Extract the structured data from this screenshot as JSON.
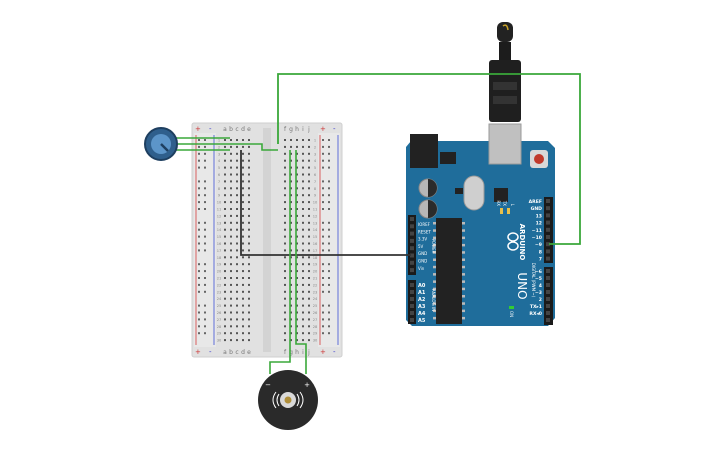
{
  "breadboard": {
    "left_letters": [
      "a",
      "b",
      "c",
      "d",
      "e"
    ],
    "right_letters": [
      "f",
      "g",
      "h",
      "i",
      "j"
    ],
    "rail_plus": "+",
    "rail_minus": "-",
    "rows": [
      "1",
      "2",
      "3",
      "4",
      "5",
      "6",
      "7",
      "8",
      "9",
      "10",
      "11",
      "12",
      "13",
      "14",
      "15",
      "16",
      "17",
      "18",
      "19",
      "20",
      "21",
      "22",
      "23",
      "24",
      "25",
      "26",
      "27",
      "28",
      "29",
      "30"
    ]
  },
  "arduino": {
    "logo_text": "ARDUINO",
    "model": "UNO",
    "on_label": "ON",
    "tx_label": "TX",
    "rx_label": "RX",
    "l_label": "L",
    "digital_label": "DIGITAL (PWM ~)",
    "analog_label": "ANALOG IN",
    "power_label": "POWER",
    "power_pins": [
      "IOREF",
      "RESET",
      "3.3V",
      "5V",
      "GND",
      "GND",
      "Vin"
    ],
    "analog_pins": [
      "A0",
      "A1",
      "A2",
      "A3",
      "A4",
      "A5"
    ],
    "digital_pins": [
      "AREF",
      "GND",
      "13",
      "12",
      "~11",
      "~10",
      "~9",
      "8",
      "7",
      "~6",
      "~5",
      "4",
      "~3",
      "2",
      "TX▸1",
      "RX◂0"
    ]
  },
  "buzzer": {
    "minus_label": "−",
    "plus_label": "+",
    "icon": "speaker-icon"
  },
  "colors": {
    "wire_green": "#3aa83a",
    "wire_black": "#333333",
    "board_teal": "#1e6e9c",
    "breadboard": "#e3e3e3"
  }
}
